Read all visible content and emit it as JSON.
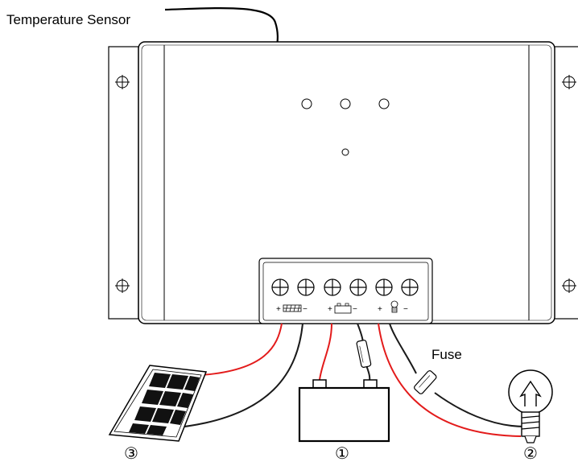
{
  "labels": {
    "temperature_sensor": "Temperature Sensor",
    "fuse": "Fuse"
  },
  "terminals": {
    "solar_symbol": "+▦▦▦−",
    "battery_symbol": "+▭−",
    "load_symbol": "+ ♀ −"
  },
  "markers": {
    "battery": "①",
    "load": "②",
    "solar": "③"
  },
  "colors": {
    "wire_positive": "#e31b1b",
    "wire_negative": "#1a1a1a",
    "outline": "#000000",
    "background": "#ffffff"
  },
  "icons": {
    "battery": "battery-icon",
    "solar_panel": "solar-panel-icon",
    "lamp": "light-bulb-icon",
    "fuse": "fuse-icon"
  }
}
